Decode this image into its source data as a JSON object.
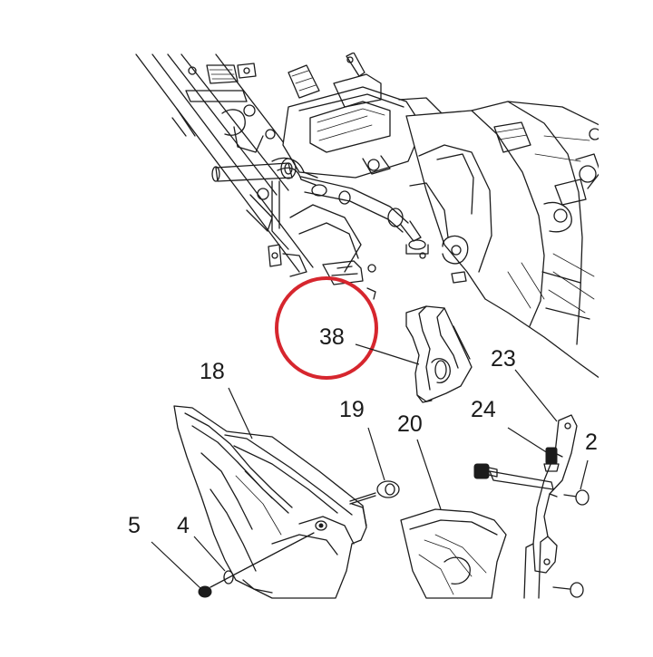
{
  "diagram": {
    "highlight_color": "#d6262e",
    "line_color": "#1c1c1c",
    "callouts": [
      {
        "id": "38",
        "label": "38"
      },
      {
        "id": "18",
        "label": "18"
      },
      {
        "id": "19",
        "label": "19"
      },
      {
        "id": "20",
        "label": "20"
      },
      {
        "id": "23",
        "label": "23"
      },
      {
        "id": "24",
        "label": "24"
      },
      {
        "id": "2x",
        "label": "2"
      },
      {
        "id": "5",
        "label": "5"
      },
      {
        "id": "4",
        "label": "4"
      }
    ]
  }
}
